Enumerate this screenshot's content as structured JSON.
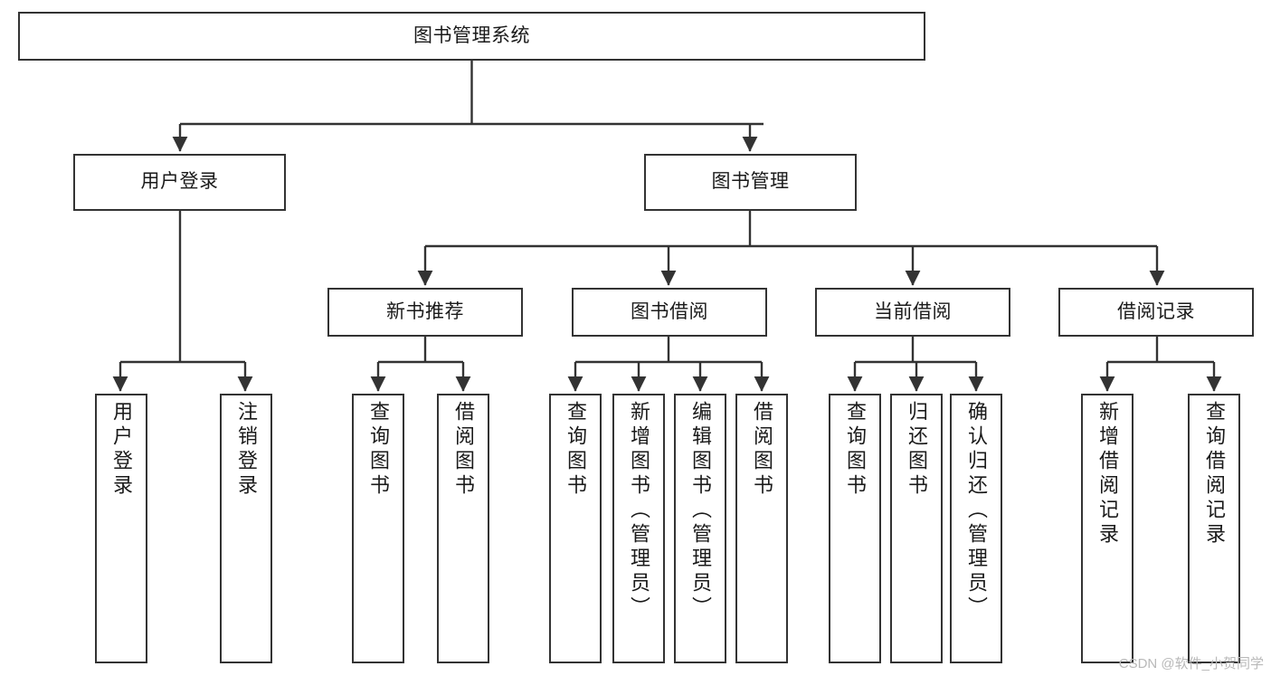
{
  "diagram": {
    "title": "图书管理系统",
    "type": "hierarchy-tree",
    "watermark": "CSDN @软件_小贺同学",
    "colors": {
      "border": "#333333",
      "text": "#1a1a1a",
      "background": "#ffffff",
      "watermark": "#b9b9b9"
    },
    "levels": {
      "root": {
        "label": "图书管理系统"
      },
      "level2": [
        {
          "label": "用户登录"
        },
        {
          "label": "图书管理"
        }
      ],
      "level3": [
        {
          "label": "新书推荐"
        },
        {
          "label": "图书借阅"
        },
        {
          "label": "当前借阅"
        },
        {
          "label": "借阅记录"
        }
      ],
      "leaves": {
        "user_login": [
          {
            "label": "用户登录"
          },
          {
            "label": "注销登录"
          }
        ],
        "new_book_recommend": [
          {
            "label": "查询图书"
          },
          {
            "label": "借阅图书"
          }
        ],
        "book_borrow": [
          {
            "label": "查询图书"
          },
          {
            "label": "新增图书（管理员）"
          },
          {
            "label": "编辑图书（管理员）"
          },
          {
            "label": "借阅图书"
          }
        ],
        "current_borrow": [
          {
            "label": "查询图书"
          },
          {
            "label": "归还图书"
          },
          {
            "label": "确认归还（管理员）"
          }
        ],
        "borrow_record": [
          {
            "label": "新增借阅记录"
          },
          {
            "label": "查询借阅记录"
          }
        ]
      }
    }
  }
}
